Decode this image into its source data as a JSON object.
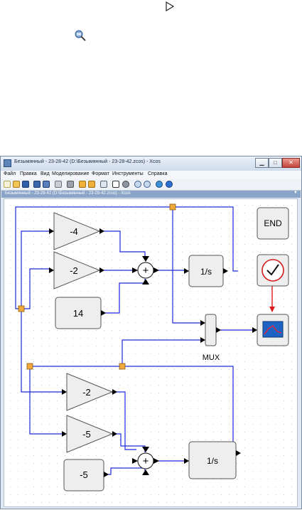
{
  "window": {
    "title": "Безымянный - 23-28-42 (D:\\Безымянный - 23-28-42.zcos) - Xcos",
    "controls": {
      "minimize": "▁",
      "maximize": "□",
      "close": "✕"
    }
  },
  "menu": {
    "items": [
      "Файл",
      "Правка",
      "Вид",
      "Моделирование",
      "Формат",
      "Инструменты",
      "Справка"
    ]
  },
  "toolbar": {
    "icons": [
      "new-icon",
      "open-icon",
      "open-file-icon",
      "save-icon",
      "save-as-icon",
      "print-icon",
      "delete-icon",
      "undo-icon",
      "redo-icon",
      "fit-diagram-icon",
      "start-icon",
      "stop-icon",
      "zoom-in-icon",
      "zoom-out-icon",
      "xcos-demos-icon",
      "help-icon"
    ]
  },
  "doc_tab": {
    "label": "Безымянный - 23-28-42 (D:\\Безымянный - 23-28-42.zcos) - Xcos",
    "arrow": "▼"
  },
  "diagram": {
    "gains": [
      "-4",
      "-2",
      "-2",
      "-5"
    ],
    "constants": [
      "14",
      "-5"
    ],
    "integrators": [
      "1/s",
      "1/s"
    ],
    "sum_symbol": "+",
    "mux_label": "MUX",
    "end_label": "END"
  },
  "colors": {
    "link": "#1f2ad8",
    "event_link": "#e01818",
    "split": "#f2a93b",
    "block_fill": "#eeeeee",
    "title_bar": "#cfdcec",
    "doc_tab": "#8aa5c8"
  }
}
